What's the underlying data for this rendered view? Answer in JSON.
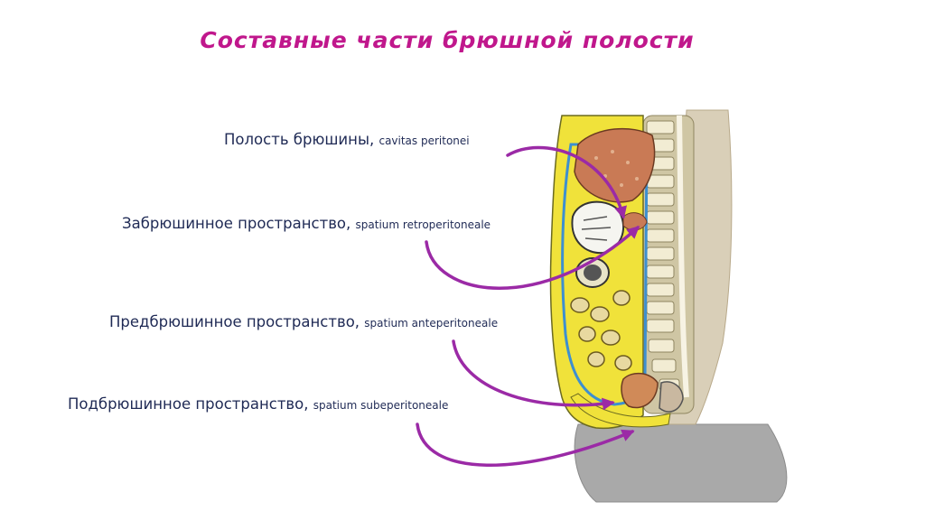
{
  "title": "Составные части брюшной полости",
  "labels": [
    {
      "ru": "Полость брюшины,",
      "latin": "cavitas peritonei"
    },
    {
      "ru": "Забрюшинное пространство,",
      "latin": "spatium retroperitoneale"
    },
    {
      "ru": "Предбрюшинное пространство,",
      "latin": "spatium anteperitoneale"
    },
    {
      "ru": "Подбрюшинное пространство,",
      "latin": "spatium subeperitoneale"
    }
  ],
  "colors": {
    "title": "#c0178c",
    "label_text": "#1f2a55",
    "arrow": "#9b2aa6",
    "fat_yellow": "#f0e23a",
    "liver": "#c97a55",
    "peritoneum_blue": "#3d8fd0",
    "vertebra": "#e9e3c8",
    "skin_gray": "#a9a9a9"
  }
}
